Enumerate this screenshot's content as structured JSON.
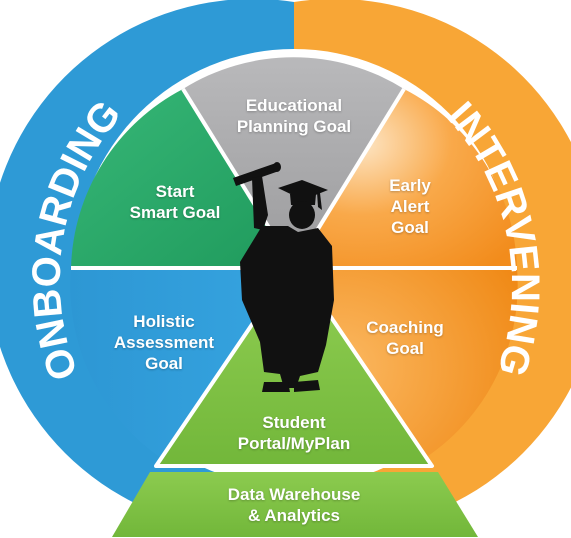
{
  "diagram": {
    "ring": {
      "left_label": "ONBOARDING",
      "right_label": "INTERVENING",
      "left_color": "#2e9ad6",
      "right_color": "#f8a636"
    },
    "segments": {
      "educational": {
        "lines": [
          "Educational",
          "Planning Goal"
        ],
        "color": "#a3a3a5"
      },
      "start_smart": {
        "lines": [
          "Start",
          "Smart Goal"
        ],
        "color": "#27a566"
      },
      "early_alert": {
        "lines": [
          "Early",
          "Alert",
          "Goal"
        ],
        "color": "#f7941d"
      },
      "holistic": {
        "lines": [
          "Holistic",
          "Assessment",
          "Goal"
        ],
        "color": "#2e9ad6"
      },
      "coaching": {
        "lines": [
          "Coaching",
          "Goal"
        ],
        "color": "#f7941d"
      },
      "student_portal": {
        "lines": [
          "Student",
          "Portal/MyPlan"
        ],
        "color": "#7cbf42"
      },
      "data_warehouse": {
        "lines": [
          "Data Warehouse",
          "& Analytics"
        ],
        "color": "#7cbf42"
      }
    },
    "center_image": "graduate-silhouette-icon"
  }
}
